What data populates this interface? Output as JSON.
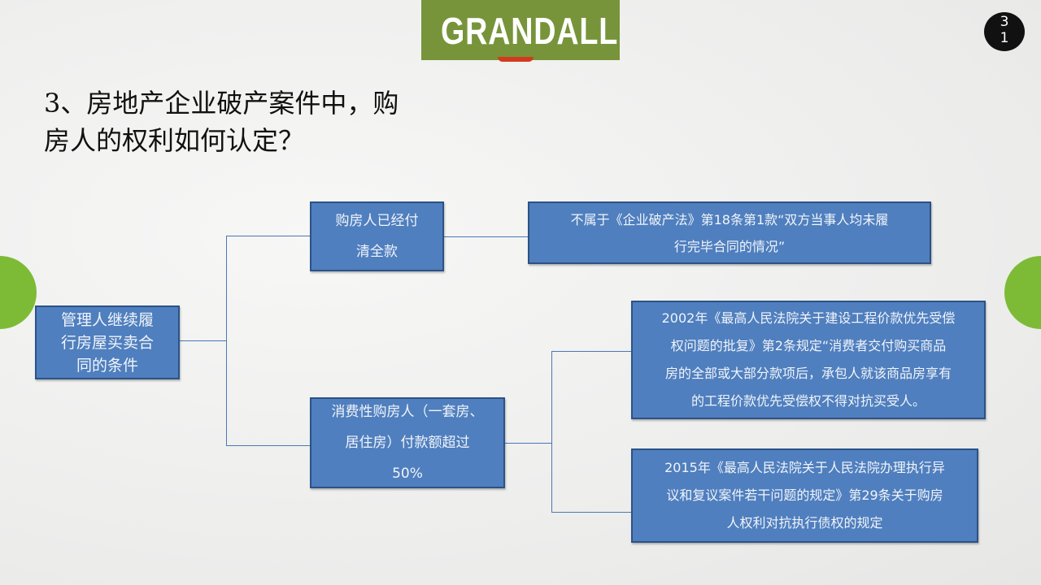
{
  "header": {
    "logo": "GRANDALL",
    "page_number": [
      "3",
      "1"
    ]
  },
  "title": [
    "3、房地产企业破产案件中，购",
    "房人的权利如何认定？"
  ],
  "diagram": {
    "root": [
      "管理人继续履",
      "行房屋买卖合",
      "同的条件"
    ],
    "branch_a": [
      "购房人已经付",
      "清全款"
    ],
    "branch_a_result": [
      "不属于《企业破产法》第18条第1款“双方当事人均未履",
      "行完毕合同的情况”"
    ],
    "branch_b": [
      "消费性购房人（一套房、",
      "居住房）付款额超过",
      "50%"
    ],
    "branch_b_result_1": [
      "2002年《最高人民法院关于建设工程价款优先受偿",
      "权问题的批复》第2条规定“消费者交付购买商品",
      "房的全部或大部分款项后，承包人就该商品房享有",
      "的工程价款优先受偿权不得对抗买受人。"
    ],
    "branch_b_result_2": [
      "2015年《最高人民法院关于人民法院办理执行异",
      "议和复议案件若干问题的规定》第29条关于购房",
      "人权利对抗执行债权的规定"
    ]
  },
  "colors": {
    "box": "#4f7fbe",
    "logo": "#77943a",
    "accent": "#7dbb36"
  }
}
